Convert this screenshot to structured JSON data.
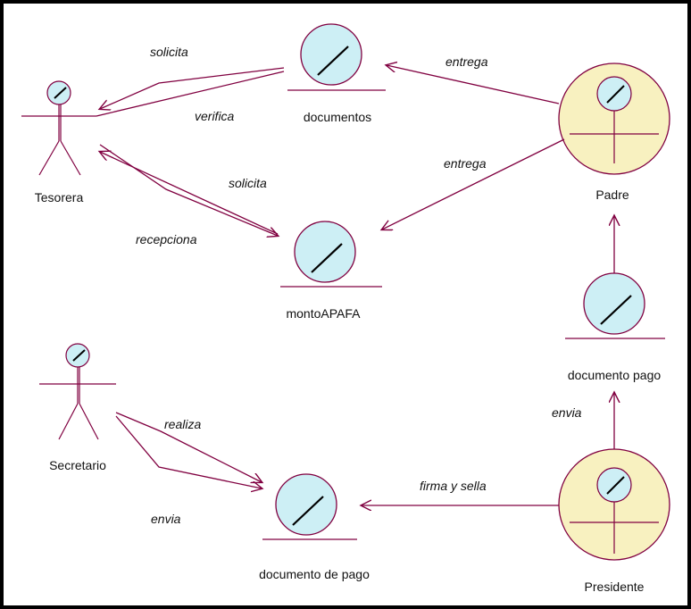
{
  "colors": {
    "stroke": "#800040",
    "entity_fill": "#cdeff5",
    "worker_fill": "#f8f1c0",
    "frame": "#000000",
    "text": "#111111"
  },
  "actors": {
    "tesorera": "Tesorera",
    "secretario": "Secretario"
  },
  "entities": {
    "documentos": "documentos",
    "monto": "montoAPAFA",
    "documento_pago_right": "documento pago",
    "documento_de_pago": "documento de pago"
  },
  "workers": {
    "padre": "Padre",
    "presidente": "Presidente"
  },
  "messages": {
    "solicita_1": "solicita",
    "verifica": "verifica",
    "entrega_1": "entrega",
    "entrega_2": "entrega",
    "solicita_2": "solicita",
    "recepciona": "recepciona",
    "realiza": "realiza",
    "envia_1": "envia",
    "firma_sella": "firma y sella",
    "envia_2": "envia"
  }
}
